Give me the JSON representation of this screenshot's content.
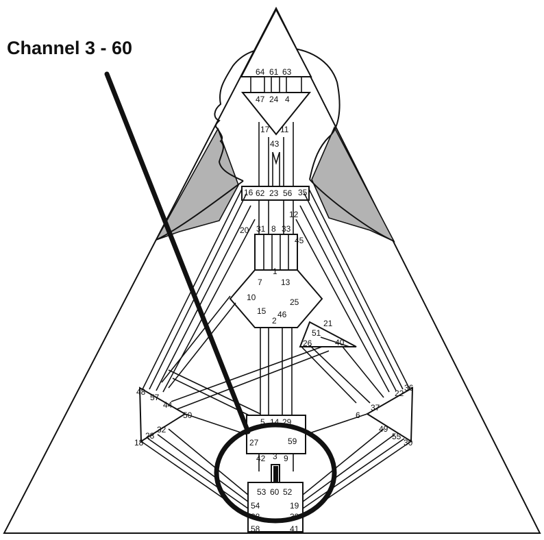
{
  "title": "Channel 3 - 60",
  "colors": {
    "line": "#111111",
    "shade": "#b3b3b3",
    "background": "#ffffff"
  },
  "gates": {
    "g64": "64",
    "g61": "61",
    "g63": "63",
    "g47": "47",
    "g24": "24",
    "g4": "4",
    "g17": "17",
    "g11": "11",
    "g43": "43",
    "g16": "16",
    "g62": "62",
    "g23": "23",
    "g56": "56",
    "g35": "35",
    "g12": "12",
    "g20": "20",
    "g31": "31",
    "g8": "8",
    "g33": "33",
    "g45": "45",
    "g7": "7",
    "g1": "1",
    "g13": "13",
    "g10": "10",
    "g25": "25",
    "g15": "15",
    "g2": "2",
    "g46": "46",
    "g21": "21",
    "g51": "51",
    "g26": "26",
    "g40": "40",
    "g48": "48",
    "g57": "57",
    "g44": "44",
    "g22": "22",
    "g36": "36",
    "g37": "37",
    "g50": "50",
    "g6": "6",
    "g5": "5",
    "g14": "14",
    "g29": "29",
    "g32": "32",
    "g28": "28",
    "g18": "18",
    "g27": "27",
    "g59": "59",
    "g49": "49",
    "g55": "55",
    "g30": "30",
    "g42": "42",
    "g3": "3",
    "g9": "9",
    "g53": "53",
    "g60": "60",
    "g52": "52",
    "g54": "54",
    "g38": "38",
    "g58": "58",
    "g19": "19",
    "g39": "39",
    "g41": "41"
  }
}
